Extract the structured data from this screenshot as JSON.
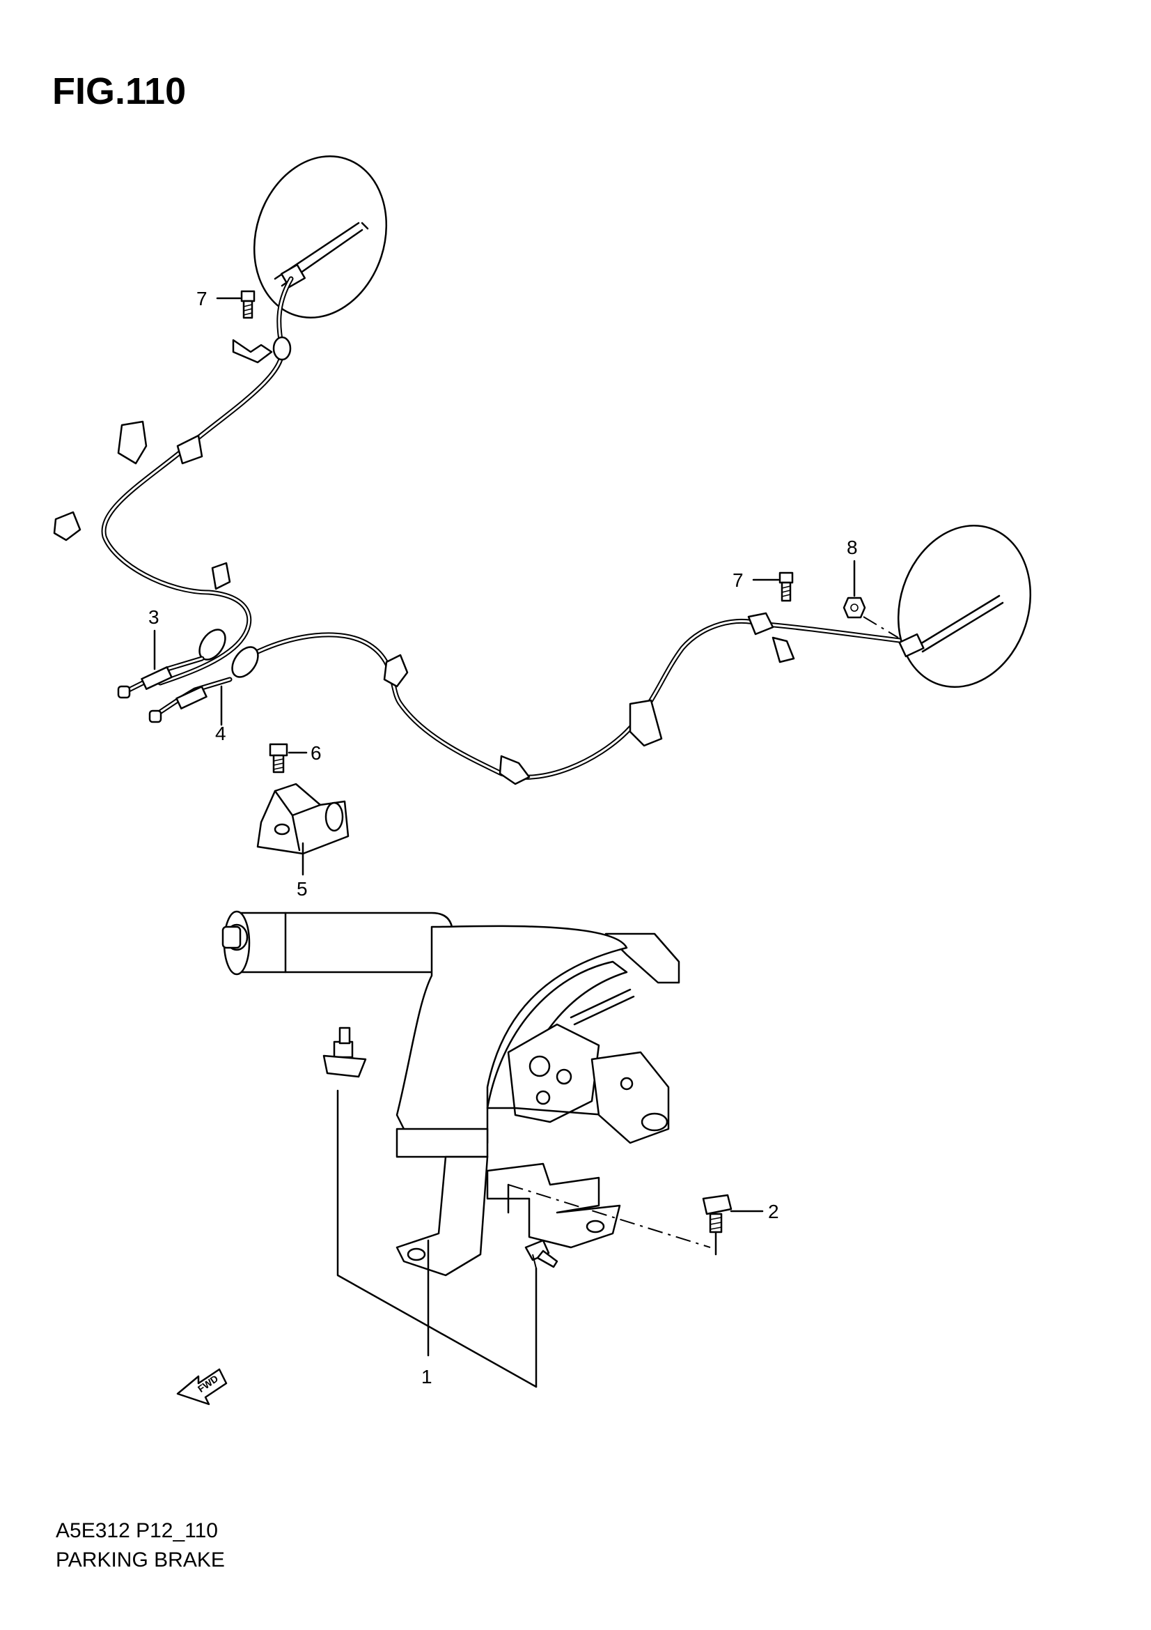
{
  "figure": {
    "title": "FIG.110",
    "code": "A5E312 P12_110",
    "name": "PARKING BRAKE",
    "fwd_label": "FWD"
  },
  "callouts": [
    {
      "id": "1",
      "label": "1"
    },
    {
      "id": "2",
      "label": "2"
    },
    {
      "id": "3",
      "label": "3"
    },
    {
      "id": "4",
      "label": "4"
    },
    {
      "id": "5",
      "label": "5"
    },
    {
      "id": "6",
      "label": "6"
    },
    {
      "id": "7a",
      "label": "7"
    },
    {
      "id": "7b",
      "label": "7"
    },
    {
      "id": "8",
      "label": "8"
    }
  ]
}
